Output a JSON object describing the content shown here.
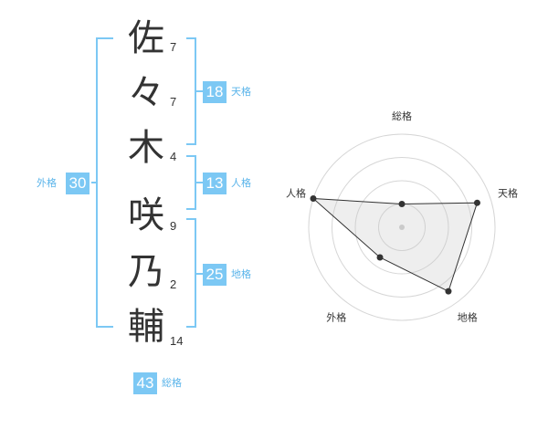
{
  "name": {
    "characters": [
      {
        "char": "佐",
        "strokes": "7"
      },
      {
        "char": "々",
        "strokes": "7"
      },
      {
        "char": "木",
        "strokes": "4"
      },
      {
        "char": "咲",
        "strokes": "9"
      },
      {
        "char": "乃",
        "strokes": "2"
      },
      {
        "char": "輔",
        "strokes": "14"
      }
    ]
  },
  "fortune": {
    "tenkaku": {
      "value": "18",
      "label": "天格"
    },
    "jinkaku": {
      "value": "13",
      "label": "人格"
    },
    "chikaku": {
      "value": "25",
      "label": "地格"
    },
    "gaikaku": {
      "value": "30",
      "label": "外格"
    },
    "soukaku": {
      "value": "43",
      "label": "総格"
    }
  },
  "radar": {
    "axes": [
      "総格",
      "天格",
      "地格",
      "外格",
      "人格"
    ],
    "levels": 4,
    "values": [
      0.25,
      0.85,
      0.85,
      0.4,
      1.0
    ]
  },
  "colors": {
    "accent": "#7cc8f4",
    "label": "#5ab4ea",
    "bracket": "#7cc8f4"
  }
}
